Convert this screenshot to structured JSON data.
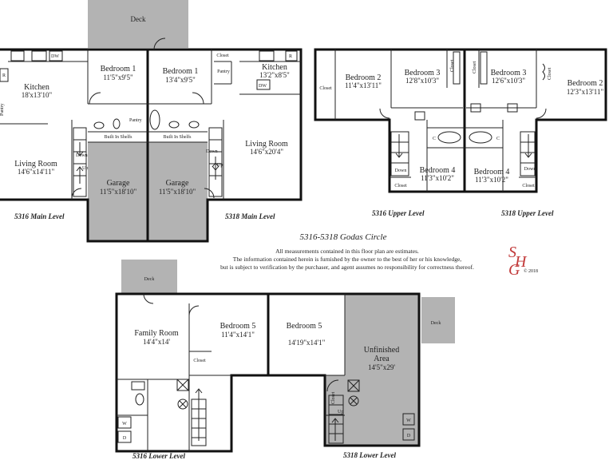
{
  "title": "5316-5318 Godas Circle",
  "disclaimer": [
    "All measurements contained in this floor plan are estimates.",
    "The information contained herein is furnished by the owner to the best of her or his knowledge,",
    "but is subject to verification by the purchaser, and agent assumes no responsibility for correctness thereof."
  ],
  "logo": {
    "letters": [
      "S",
      "H",
      "G"
    ],
    "copyright": "© 2018"
  },
  "colors": {
    "wall": "#111111",
    "gray_fill": "#b3b3b3",
    "logo": "#c23a3a"
  },
  "levels": {
    "main_5316": "5316 Main Level",
    "main_5318": "5318 Main Level",
    "upper_5316": "5316 Upper Level",
    "upper_5318": "5318 Upper Level",
    "lower_5316": "5316 Lower Level",
    "lower_5318": "5318 Lower Level"
  },
  "labels": {
    "deck": "Deck",
    "closet": "Closet",
    "pantry": "Pantry",
    "builtin": "Built In Shelfs",
    "down": "Down",
    "up": "Up",
    "r": "R",
    "dw": "DW",
    "w": "W",
    "d": "D",
    "c": "C"
  },
  "rooms": {
    "m16_kitchen": {
      "name": "Kitchen",
      "dim": "18'x13'10\""
    },
    "m16_bed1": {
      "name": "Bedroom 1",
      "dim": "11'5\"x9'5\""
    },
    "m16_living": {
      "name": "Living Room",
      "dim": "14'6\"x14'11\""
    },
    "m16_garage": {
      "name": "Garage",
      "dim": "11'5\"x18'10\""
    },
    "m18_bed1": {
      "name": "Bedroom 1",
      "dim": "13'4\"x9'5\""
    },
    "m18_kitchen": {
      "name": "Kitchen",
      "dim": "13'2\"x8'5\""
    },
    "m18_living": {
      "name": "Living Room",
      "dim": "14'6\"x20'4\""
    },
    "m18_garage": {
      "name": "Garage",
      "dim": "11'5\"x18'10\""
    },
    "u16_bed2": {
      "name": "Bedroom 2",
      "dim": "11'4\"x13'11\""
    },
    "u16_bed3": {
      "name": "Bedroom 3",
      "dim": "12'8\"x10'3\""
    },
    "u16_bed4": {
      "name": "Bedroom 4",
      "dim": "11'3\"x10'2\""
    },
    "u18_bed3": {
      "name": "Bedroom 3",
      "dim": "12'6\"x10'3\""
    },
    "u18_bed2": {
      "name": "Bedroom 2",
      "dim": "12'3\"x13'11\""
    },
    "u18_bed4": {
      "name": "Bedroom 4",
      "dim": "11'3\"x10'2\""
    },
    "l16_family": {
      "name": "Family Room",
      "dim": "14'4\"x14'"
    },
    "l16_bed5": {
      "name": "Bedroom 5",
      "dim": "11'4\"x14'1\""
    },
    "l18_bed5": {
      "name": "Bedroom 5",
      "dim": "14'19\"x14'1\""
    },
    "l18_unfinished": {
      "name": "Unfinished",
      "name2": "Area",
      "dim": "14'5\"x29'"
    }
  }
}
